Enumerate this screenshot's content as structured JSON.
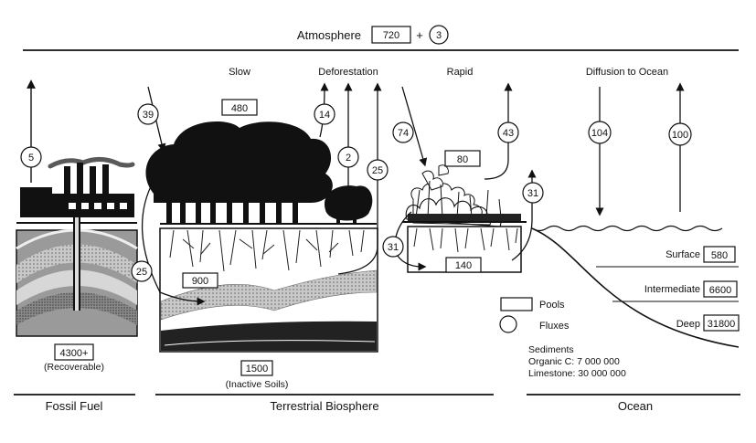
{
  "atmosphere": {
    "label": "Atmosphere",
    "pool": "720",
    "plus": "+",
    "flux": "3"
  },
  "headers": {
    "slow": "Slow",
    "deforestation": "Deforestation",
    "rapid": "Rapid",
    "diffusion": "Diffusion to Ocean"
  },
  "fossil": {
    "flux": "5",
    "pool": "4300+",
    "note": "(Recoverable)",
    "section": "Fossil Fuel"
  },
  "terrestrial": {
    "slow_in": "39",
    "slow_pool": "480",
    "slow_out": "14",
    "defor_small": "2",
    "defor_big": "25",
    "soil_to_atm": "25",
    "soil_pool": "900",
    "inactive_pool": "1500",
    "inactive_note": "(Inactive Soils)",
    "rapid_in": "74",
    "rapid_pool": "80",
    "rapid_out": "43",
    "rapid_soil_pool": "140",
    "rapid_soil_in": "31",
    "rapid_soil_out": "31",
    "section": "Terrestrial Biosphere"
  },
  "ocean": {
    "down": "104",
    "up": "100",
    "layers": [
      {
        "name": "Surface",
        "value": "580"
      },
      {
        "name": "Intermediate",
        "value": "6600"
      },
      {
        "name": "Deep",
        "value": "31800"
      }
    ],
    "section": "Ocean"
  },
  "legend": {
    "pools": "Pools",
    "fluxes": "Fluxes"
  },
  "sediments": {
    "title": "Sediments",
    "organic": "Organic C: 7 000 000",
    "limestone": "Limestone: 30 000 000"
  }
}
